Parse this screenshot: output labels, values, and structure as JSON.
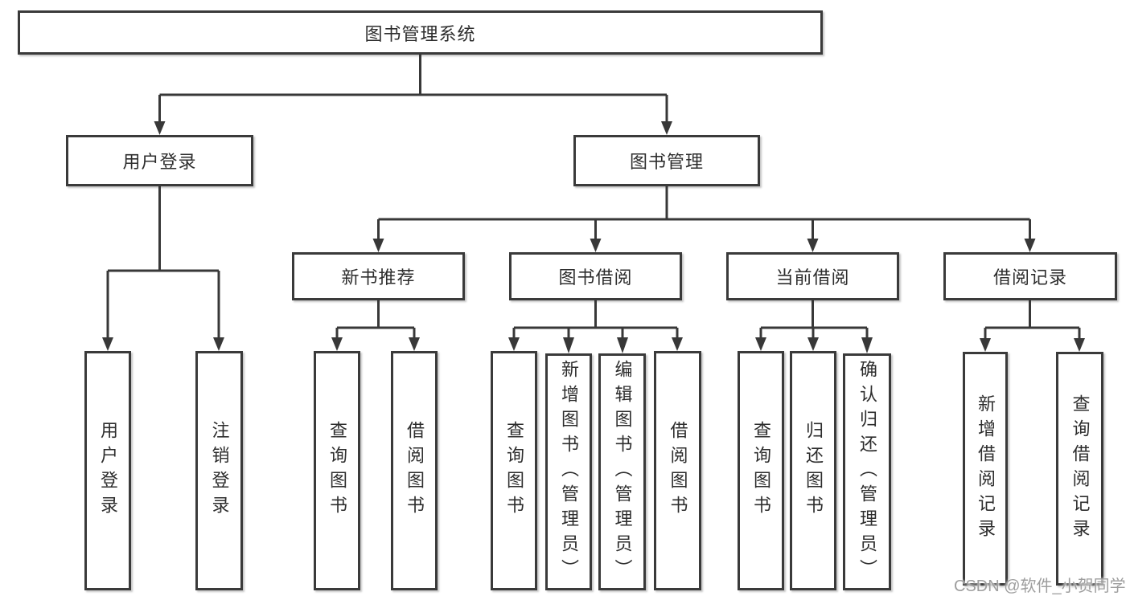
{
  "tree": {
    "root": "图书管理系统",
    "branches": [
      {
        "label": "用户登录",
        "leaves": [
          "用户登录",
          "注销登录"
        ]
      },
      {
        "label": "图书管理",
        "groups": [
          {
            "label": "新书推荐",
            "leaves": [
              "查询图书",
              "借阅图书"
            ]
          },
          {
            "label": "图书借阅",
            "leaves": [
              "查询图书",
              "新增图书（管理员）",
              "编辑图书（管理员）",
              "借阅图书"
            ]
          },
          {
            "label": "当前借阅",
            "leaves": [
              "查询图书",
              "归还图书",
              "确认归还（管理员）"
            ]
          },
          {
            "label": "借阅记录",
            "leaves": [
              "新增借阅记录",
              "查询借阅记录"
            ]
          }
        ]
      }
    ]
  },
  "watermark": "CSDN @软件_小贺同学",
  "colors": {
    "line": "#383838",
    "box_border": "#3a3a3a",
    "text": "#2d2d2d",
    "watermark": "#9e9e9e",
    "background": "#ffffff"
  }
}
